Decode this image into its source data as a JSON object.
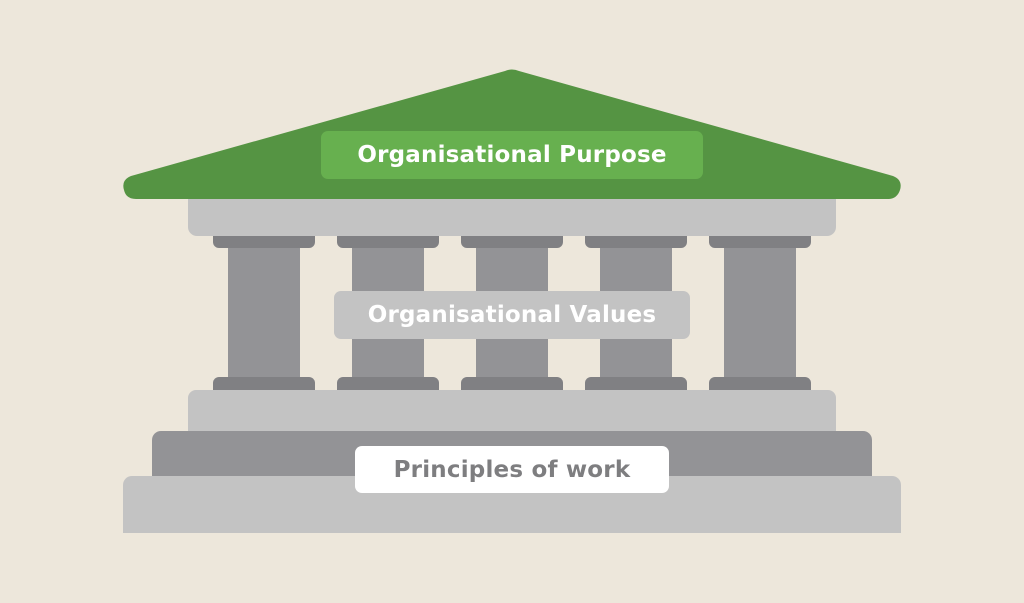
{
  "diagram": {
    "type": "temple-metaphor",
    "roof": {
      "label": "Organisational Purpose",
      "color": "#559443",
      "label_bg": "#67b04f"
    },
    "pillars": {
      "label": "Organisational Values",
      "count": 5,
      "shaft_color": "#939396",
      "cap_color": "#808083"
    },
    "foundation": {
      "label": "Principles of work",
      "step_light": "#c3c3c3",
      "step_dark": "#939396"
    },
    "background": "#ede7db"
  }
}
